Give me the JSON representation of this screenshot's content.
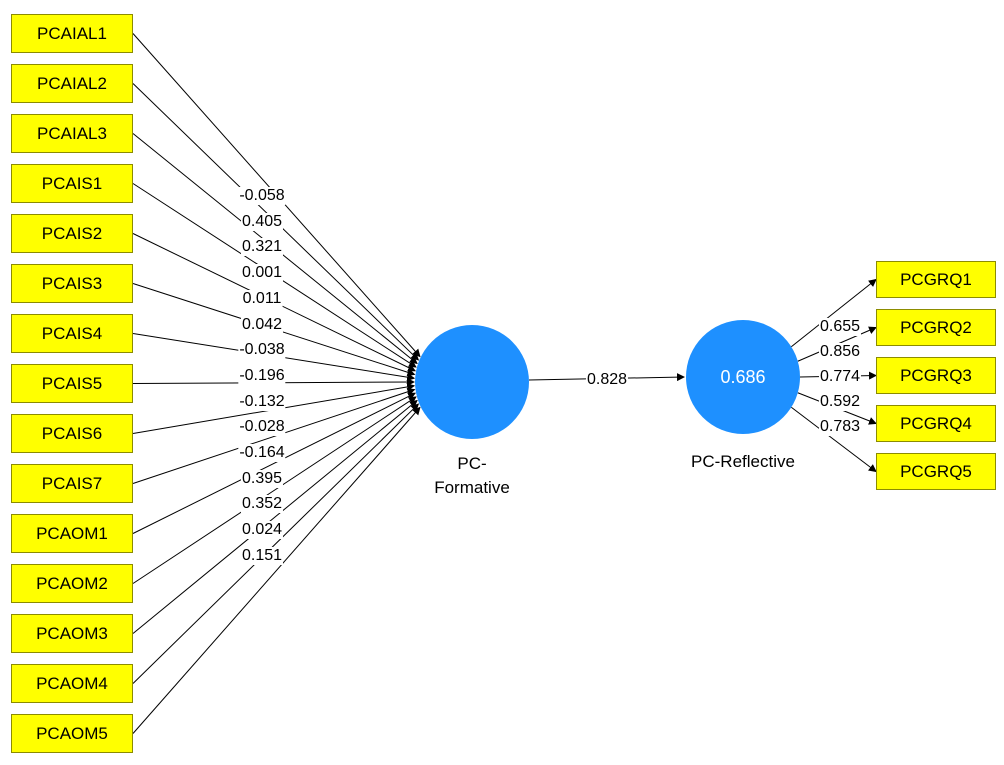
{
  "colors": {
    "indicator_fill": "#ffff00",
    "construct_fill": "#1e90ff",
    "line": "#000000"
  },
  "formative_construct": {
    "label_line1": "PC-",
    "label_line2": "Formative"
  },
  "reflective_construct": {
    "label": "PC-Reflective",
    "r_squared": "0.686"
  },
  "path": {
    "coefficient": "0.828"
  },
  "formative_indicators": [
    {
      "name": "PCAIAL1",
      "weight": "-0.058"
    },
    {
      "name": "PCAIAL2",
      "weight": "0.405"
    },
    {
      "name": "PCAIAL3",
      "weight": "0.321"
    },
    {
      "name": "PCAIS1",
      "weight": "0.001"
    },
    {
      "name": "PCAIS2",
      "weight": "0.011"
    },
    {
      "name": "PCAIS3",
      "weight": "0.042"
    },
    {
      "name": "PCAIS4",
      "weight": "-0.038"
    },
    {
      "name": "PCAIS5",
      "weight": "-0.196"
    },
    {
      "name": "PCAIS6",
      "weight": "-0.132"
    },
    {
      "name": "PCAIS7",
      "weight": "-0.028"
    },
    {
      "name": "PCAOM1",
      "weight": "-0.164"
    },
    {
      "name": "PCAOM2",
      "weight": "0.395"
    },
    {
      "name": "PCAOM3",
      "weight": "0.352"
    },
    {
      "name": "PCAOM4",
      "weight": "0.024"
    },
    {
      "name": "PCAOM5",
      "weight": "0.151"
    }
  ],
  "reflective_indicators": [
    {
      "name": "PCGRQ1",
      "loading": "0.655"
    },
    {
      "name": "PCGRQ2",
      "loading": "0.856"
    },
    {
      "name": "PCGRQ3",
      "loading": "0.774"
    },
    {
      "name": "PCGRQ4",
      "loading": "0.592"
    },
    {
      "name": "PCGRQ5",
      "loading": "0.783"
    }
  ]
}
